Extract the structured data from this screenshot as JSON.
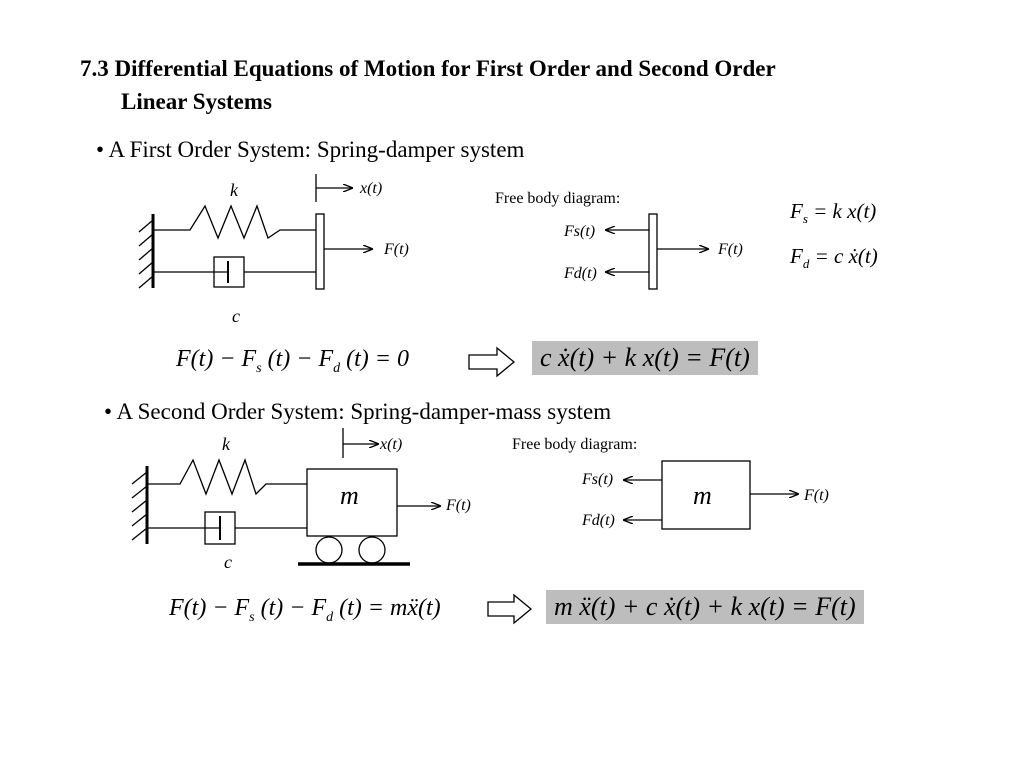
{
  "heading": {
    "line1": "7.3 Differential Equations of Motion for First Order and Second Order",
    "line2": "Linear Systems"
  },
  "first_order": {
    "bullet": "• A First Order System: Spring-damper system",
    "spring_label": "k",
    "damper_label": "c",
    "displacement_label": "x(t)",
    "force_label": "F(t)",
    "fbd_title": "Free body diagram:",
    "fbd_fs": "Fs(t)",
    "fbd_fd": "Fd(t)",
    "fbd_f": "F(t)",
    "fs_eq_lhs": "F",
    "fs_eq_sub": "s",
    "fs_eq_rhs": "= k x(t)",
    "fd_eq_lhs": "F",
    "fd_eq_sub": "d",
    "fd_eq_rhs": "= c ẋ(t)",
    "balance_eq": {
      "p1": "F(t) − F",
      "s1": "s",
      "p2": " (t) − F",
      "s2": "d",
      "p3": " (t) = 0"
    },
    "result_eq": "c ẋ(t) + k x(t) = F(t)"
  },
  "second_order": {
    "bullet": "• A Second Order System: Spring-damper-mass system",
    "spring_label": "k",
    "damper_label": "c",
    "mass_label": "m",
    "displacement_label": "x(t)",
    "force_label": "F(t)",
    "fbd_title": "Free body diagram:",
    "fbd_fs": "Fs(t)",
    "fbd_fd": "Fd(t)",
    "fbd_f": "F(t)",
    "fbd_mass": "m",
    "balance_eq": {
      "p1": "F(t) − F",
      "s1": "s",
      "p2": " (t) − F",
      "s2": "d",
      "p3": " (t) = mẍ(t)"
    },
    "result_eq": "m ẍ(t) + c ẋ(t) + k x(t) = F(t)"
  },
  "colors": {
    "result_box": "#bdbdbd",
    "ink": "#000000"
  }
}
